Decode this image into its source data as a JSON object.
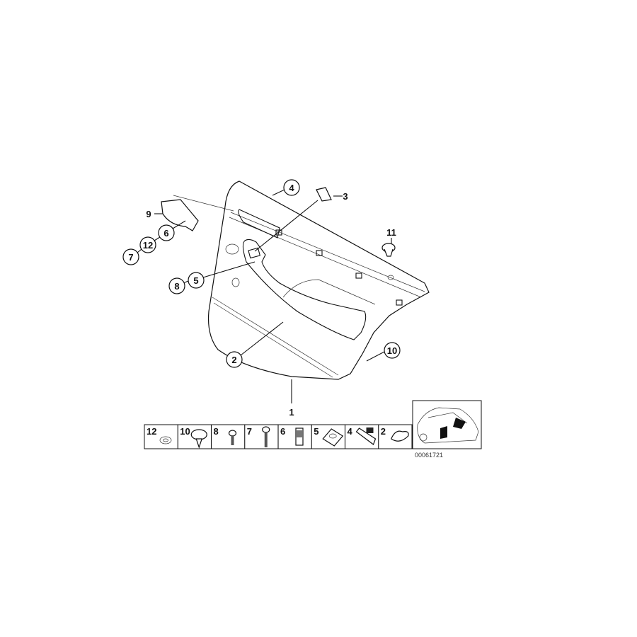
{
  "diagram": {
    "callouts": {
      "c1": "1",
      "c2": "2",
      "c3": "3",
      "c4": "4",
      "c5": "5",
      "c6": "6",
      "c7": "7",
      "c8": "8",
      "c9": "9",
      "c10": "10",
      "c11": "11",
      "c12": "12"
    },
    "parts_strip": [
      "12",
      "10",
      "8",
      "7",
      "6",
      "5",
      "4",
      "2"
    ],
    "image_code": "00061721"
  }
}
